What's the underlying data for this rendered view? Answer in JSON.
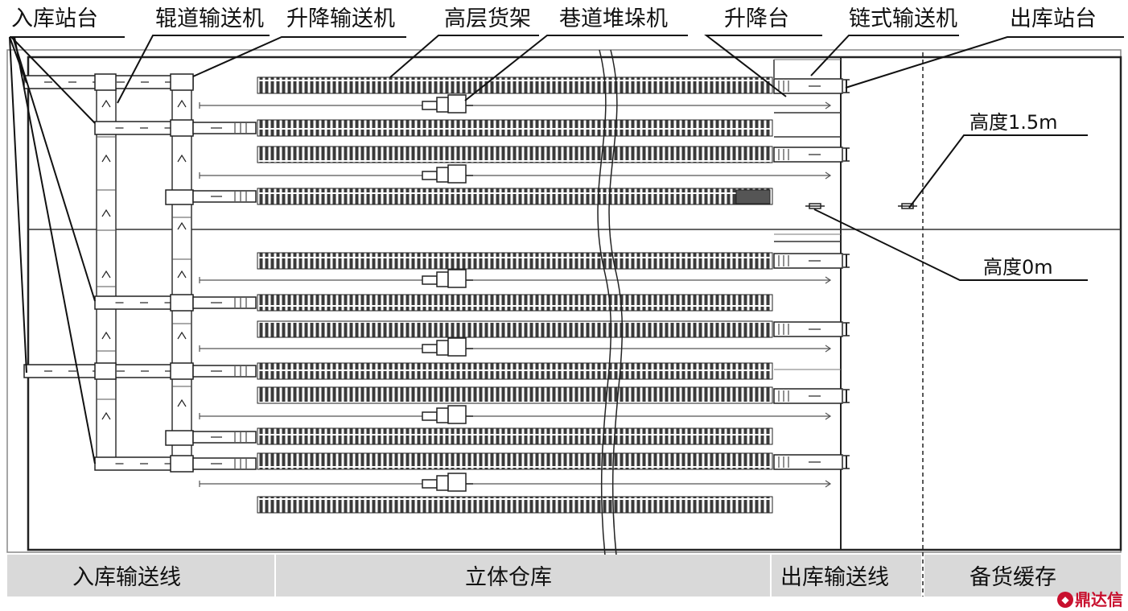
{
  "callouts": {
    "inbound_station": "入库站台",
    "roller_conveyor": "辊道输送机",
    "lift_conveyor": "升降输送机",
    "high_rack": "高层货架",
    "stacker_crane": "巷道堆垛机",
    "lift_table": "升降台",
    "chain_conveyor": "链式输送机",
    "outbound_station": "出库站台",
    "height_high": "高度1.5m",
    "height_low": "高度0m"
  },
  "zones": {
    "inbound_line": "入库输送线",
    "storage": "立体仓库",
    "outbound_line": "出库输送线",
    "buffer": "备货缓存"
  },
  "watermark": "鼎达信",
  "colors": {
    "band": "#d9d9d9",
    "line": "#222222",
    "watermark": "#c8102e"
  }
}
